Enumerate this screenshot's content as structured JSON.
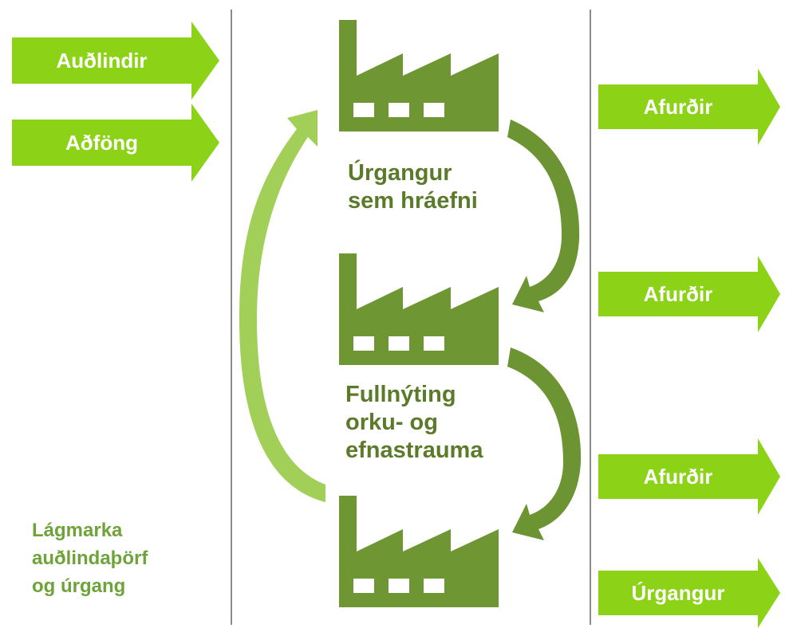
{
  "colors": {
    "arrow_green": "#8cd317",
    "factory_green": "#6e9632",
    "curve_dark": "#6d9433",
    "curve_light": "#9ccc4e",
    "caption_text": "#5b7a2a",
    "note_text": "#6ea33a",
    "divider": "#8a8a8a"
  },
  "inputs": [
    "Auðlindir",
    "Aðföng"
  ],
  "outputs": [
    "Afurðir",
    "Afurðir",
    "Afurðir",
    "Úrgangur"
  ],
  "captions": {
    "waste_as_raw": [
      "Úrgangur",
      "sem hráefni"
    ],
    "full_utilization": [
      "Fullnýting",
      "orku- og",
      "efnastrauma"
    ]
  },
  "note": [
    "Lágmarka",
    "auðlindaþörf",
    "og úrgang"
  ],
  "factories": [
    "factory-icon",
    "factory-icon",
    "factory-icon"
  ]
}
